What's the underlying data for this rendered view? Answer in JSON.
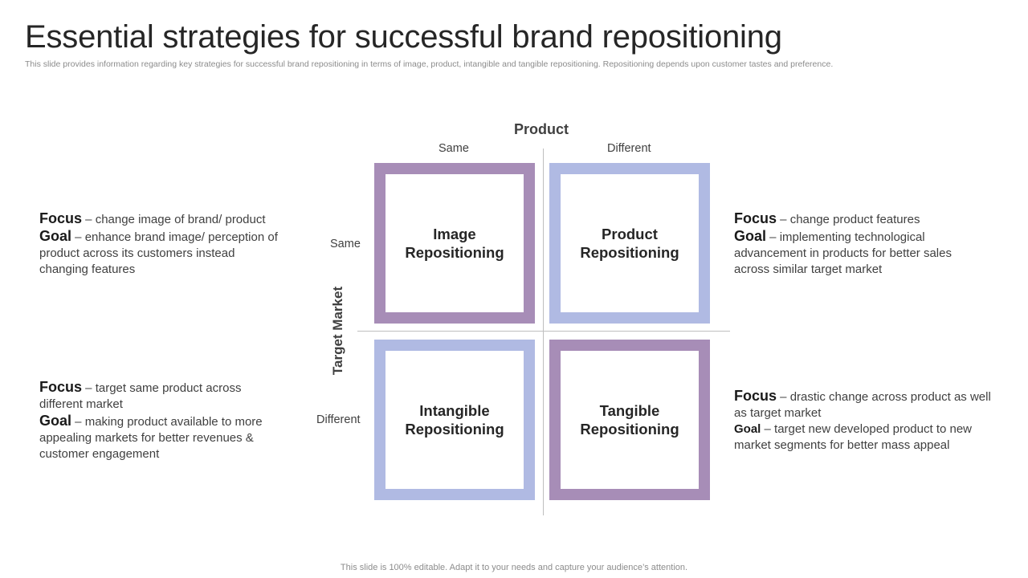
{
  "title": "Essential strategies for successful brand repositioning",
  "subtitle": "This slide provides information regarding key strategies for successful brand repositioning in terms of image, product, intangible and tangible repositioning. Repositioning depends upon customer tastes and preference.",
  "footer": "This slide is 100% editable. Adapt it to your needs and capture your audience’s attention.",
  "matrix": {
    "x_axis": {
      "title": "Product",
      "labels": [
        "Same",
        "Different"
      ]
    },
    "y_axis": {
      "title": "Target Market",
      "labels": [
        "Same",
        "Different"
      ]
    },
    "quadrants": [
      {
        "label": "Image\nRepositioning",
        "color": "#a78db7"
      },
      {
        "label": "Product\nRepositioning",
        "color": "#b0bae3"
      },
      {
        "label": "Intangible\nRepositioning",
        "color": "#b0bae3"
      },
      {
        "label": "Tangible\nRepositioning",
        "color": "#a78db7"
      }
    ]
  },
  "descriptions": {
    "top_left": {
      "focus_key": "Focus",
      "focus_text": " – change image of brand/ product",
      "goal_key": "Goal",
      "goal_text": " – enhance brand image/ perception of product across its customers instead changing features"
    },
    "top_right": {
      "focus_key": "Focus",
      "focus_text": " – change product features",
      "goal_key": "Goal",
      "goal_text": " – implementing technological advancement in products for better sales across similar target market"
    },
    "bottom_left": {
      "focus_key": "Focus",
      "focus_text": " – target same product across different market",
      "goal_key": "Goal",
      "goal_text": " – making product available to more appealing markets for better revenues & customer engagement"
    },
    "bottom_right": {
      "focus_key": "Focus",
      "focus_text": " – drastic change across product as well as target market",
      "goal_key": "Goal",
      "goal_text": " – target new developed product to new market segments for better mass appeal"
    }
  }
}
